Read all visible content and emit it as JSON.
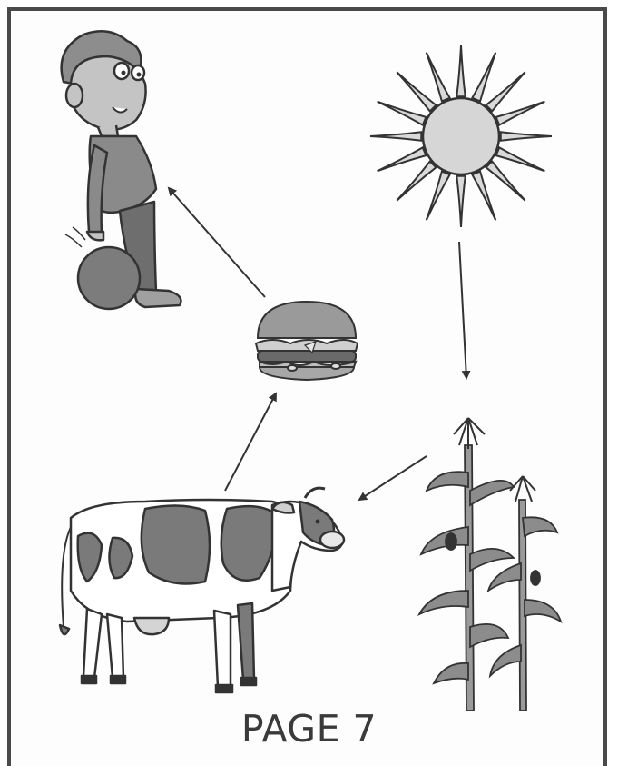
{
  "page_label": "PAGE 7",
  "colors": {
    "frame": "#4a4a4a",
    "outline": "#333333",
    "light_fill": "#d6d6d6",
    "dark_fill": "#7a7a7a",
    "paper": "#fdfdfd"
  },
  "nodes": [
    {
      "id": "sun",
      "icon": "sun-icon"
    },
    {
      "id": "corn",
      "icon": "corn-plant-icon"
    },
    {
      "id": "cow",
      "icon": "cow-icon"
    },
    {
      "id": "hamburger",
      "icon": "hamburger-icon"
    },
    {
      "id": "boy",
      "icon": "boy-icon"
    }
  ],
  "flow": [
    {
      "from": "sun",
      "to": "corn"
    },
    {
      "from": "corn",
      "to": "cow"
    },
    {
      "from": "cow",
      "to": "hamburger"
    },
    {
      "from": "hamburger",
      "to": "boy"
    }
  ]
}
